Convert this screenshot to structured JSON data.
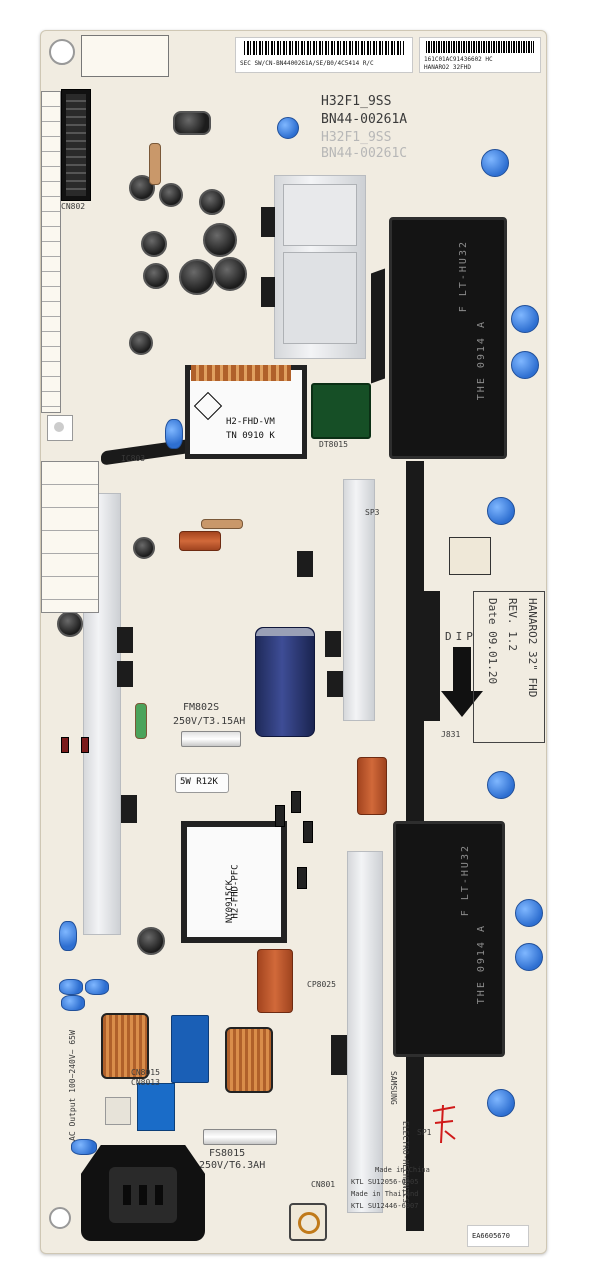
{
  "board": {
    "top_sticker": "SEC SW/CN-BN4400261A/SE/B0/4C5414 R/C",
    "side_sticker_line1": "161C01AC91436602 HC",
    "side_sticker_line2": "HANARO2 32FHD",
    "model_line1": "H32F1_9SS",
    "model_line2": "BN44-00261A",
    "model_line3": "H32F1_9SS",
    "model_line4": "BN44-00261C",
    "info_block": {
      "line1": "HANARO2 32\" FHD",
      "line2": "REV. 1.2",
      "line3": "Date 09.01.20"
    },
    "dip_label": "DIP",
    "fuse_main_line1": "FM802S",
    "fuse_main_line2": "250V/T3.15AH",
    "fuse_ac_line1": "FS8015",
    "fuse_ac_line2": "250V/T6.3AH",
    "xfmr_standby_line1": "H2-FHD-VM",
    "xfmr_standby_line2": "TN 0910 K",
    "xfmr_pfc_line1": "H2-FHD-PFC",
    "xfmr_pfc_line2": "NY0915CK",
    "inverter_xfmr_label1": "F LT-HU32",
    "inverter_xfmr_label2": "THE 0914 A",
    "inverter_xfmr_label3": "F LT-HU32",
    "inverter_xfmr_label4": "THE 0914 A",
    "resistor_label": "5W R12K",
    "ac_output_label": "AC Output 100~240V~ 65W",
    "samsung_label": "SAMSUNG",
    "electro_label": "ELECTRO-MECHANICS",
    "made_in_line1": "Made in China",
    "made_in_line2": "Made in Thailand",
    "ktl_line1": "KTL SU12056-6005",
    "ktl_line2": "KTL SU12446-6007",
    "bottom_sticker": "EA6605670",
    "standby_xfmr_code": "DT8015",
    "misc_labels": [
      "IC803",
      "CN802",
      "CN8015",
      "CN801",
      "J831",
      "SP3",
      "SP1",
      "CN8013",
      "CP8025"
    ]
  }
}
